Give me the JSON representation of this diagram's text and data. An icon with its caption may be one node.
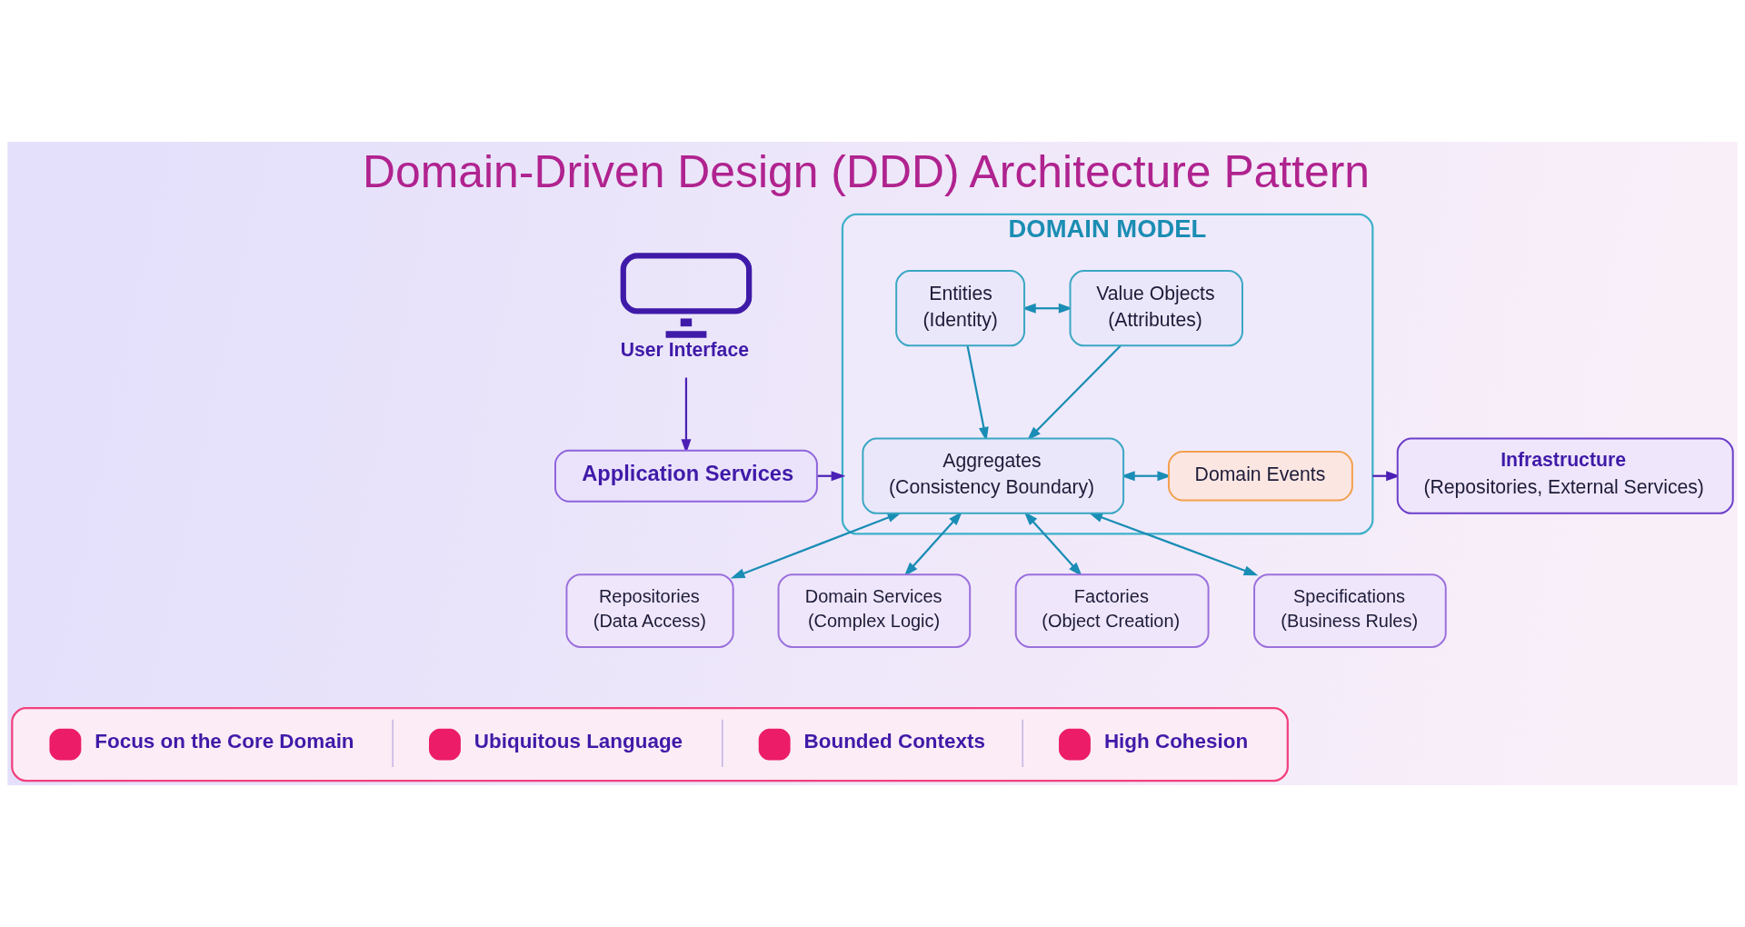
{
  "diagram": {
    "title": "Domain-Driven Design (DDD) Architecture Pattern",
    "nodes": [
      {
        "text": [
          "User Interface"
        ]
      },
      {
        "text": [
          "Application Services"
        ]
      },
      {
        "text": [
          "DOMAIN MODEL"
        ]
      },
      {
        "text": [
          "Entities",
          "(Identity)"
        ],
        "in": 2
      },
      {
        "text": [
          "Value Objects",
          "(Attributes)"
        ],
        "in": 2
      },
      {
        "text": [
          "Aggregates",
          "(Consistency Boundary)"
        ],
        "in": 2
      },
      {
        "text": [
          "Domain Events"
        ],
        "in": 2
      },
      {
        "text": [
          "Infrastructure",
          "(Repositories, External Services)"
        ]
      },
      {
        "text": [
          "Repositories",
          "(Data Access)"
        ]
      },
      {
        "text": [
          "Domain Services",
          "(Complex Logic)"
        ]
      },
      {
        "text": [
          "Factories",
          "(Object Creation)"
        ]
      },
      {
        "text": [
          "Specifications",
          "(Business Rules)"
        ]
      },
      {
        "text": [
          "Focus on the Core Domain",
          "Ubiquitous Language",
          "Bounded Contexts",
          "High Cohesion"
        ]
      }
    ],
    "edges": [
      {
        "from": 0,
        "to": 1,
        "arrow": "to",
        "color": "#4b1fb5"
      },
      {
        "from": 1,
        "to": 2,
        "arrow": "to",
        "color": "#4b1fb5"
      },
      {
        "from": 3,
        "to": 4,
        "arrow": "both"
      },
      {
        "from": 3,
        "to": 5,
        "arrow": "to"
      },
      {
        "from": 4,
        "to": 5,
        "arrow": "to"
      },
      {
        "from": 5,
        "to": 6,
        "arrow": "both"
      },
      {
        "from": 2,
        "to": 7,
        "arrow": "to",
        "color": "#4b1fb5"
      },
      {
        "from": 5,
        "to": 8,
        "arrow": "both"
      },
      {
        "from": 5,
        "to": 9,
        "arrow": "both"
      },
      {
        "from": 5,
        "to": 10,
        "arrow": "both"
      },
      {
        "from": 5,
        "to": 11,
        "arrow": "both"
      }
    ]
  }
}
